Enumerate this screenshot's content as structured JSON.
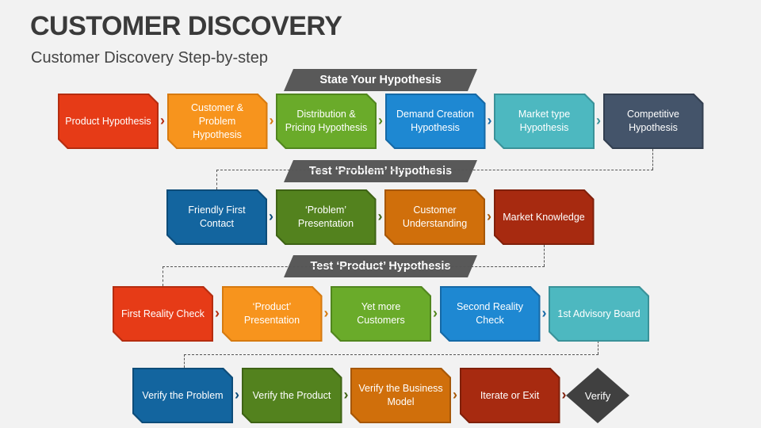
{
  "title": "CUSTOMER DISCOVERY",
  "subtitle": "Customer Discovery Step-by-step",
  "stages": [
    {
      "banner": "State Your Hypothesis",
      "steps": [
        {
          "label": "Product Hypothesis",
          "color": "#E63B17",
          "border": "#B52D10"
        },
        {
          "label": "Customer & Problem Hypothesis",
          "color": "#F7941D",
          "border": "#D67A10"
        },
        {
          "label": "Distribution & Pricing Hypothesis",
          "color": "#6AAB2A",
          "border": "#51861E"
        },
        {
          "label": "Demand Creation Hypothesis",
          "color": "#1E88D2",
          "border": "#1569A6"
        },
        {
          "label": "Market type Hypothesis",
          "color": "#4DB8C0",
          "border": "#3A9299"
        },
        {
          "label": "Competitive Hypothesis",
          "color": "#44546A",
          "border": "#333F50"
        }
      ]
    },
    {
      "banner": "Test ‘Problem’ Hypothesis",
      "steps": [
        {
          "label": "Friendly First Contact",
          "color": "#13659F",
          "border": "#0D4C79"
        },
        {
          "label": "‘Problem’ Presentation",
          "color": "#53821E",
          "border": "#3E6315"
        },
        {
          "label": "Customer Understanding",
          "color": "#D06F0B",
          "border": "#A65707"
        },
        {
          "label": "Market Knowledge",
          "color": "#A72A10",
          "border": "#80200B"
        }
      ]
    },
    {
      "banner": "Test ‘Product’ Hypothesis",
      "steps": [
        {
          "label": "First Reality Check",
          "color": "#E63B17",
          "border": "#B52D10"
        },
        {
          "label": "‘Product’ Presentation",
          "color": "#F7941D",
          "border": "#D67A10"
        },
        {
          "label": "Yet more Customers",
          "color": "#6AAB2A",
          "border": "#51861E"
        },
        {
          "label": "Second Reality Check",
          "color": "#1E88D2",
          "border": "#1569A6"
        },
        {
          "label": "1st Advisory Board",
          "color": "#4DB8C0",
          "border": "#3A9299"
        }
      ]
    },
    {
      "banner": "",
      "steps": [
        {
          "label": "Verify the Problem",
          "color": "#13659F",
          "border": "#0D4C79"
        },
        {
          "label": "Verify the Product",
          "color": "#53821E",
          "border": "#3E6315"
        },
        {
          "label": "Verify the Business Model",
          "color": "#D06F0B",
          "border": "#A65707"
        },
        {
          "label": "Iterate or Exit",
          "color": "#A72A10",
          "border": "#80200B"
        }
      ]
    }
  ],
  "final": {
    "label": "Verify",
    "color": "#404040"
  }
}
